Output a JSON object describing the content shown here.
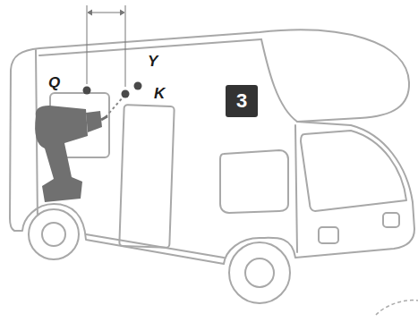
{
  "diagram": {
    "nodes": [
      {
        "text": [
          "3"
        ]
      }
    ],
    "labels": [
      "Q",
      "Y",
      "K"
    ]
  }
}
